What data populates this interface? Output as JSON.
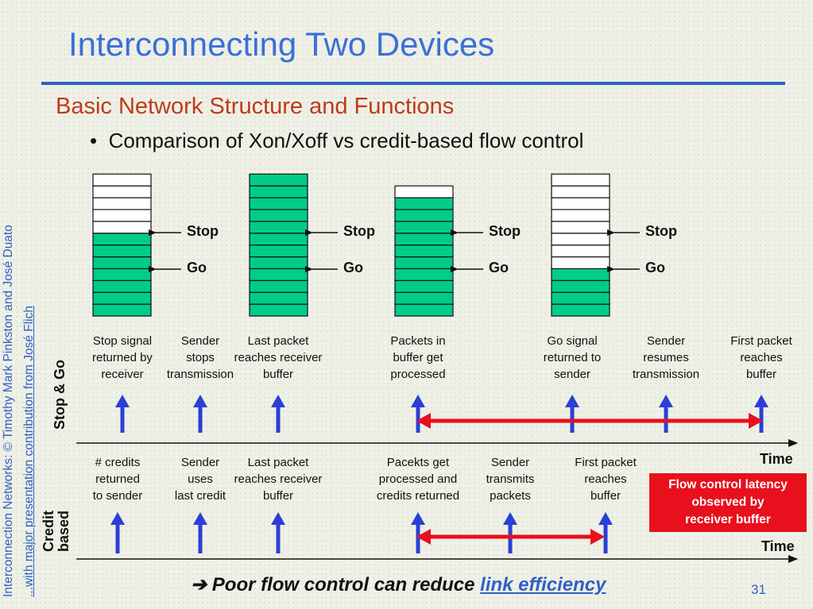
{
  "slide": {
    "title": "Interconnecting Two Devices",
    "subtitle": "Basic Network Structure and Functions",
    "bullet": "Comparison of Xon/Xoff vs credit-based flow control",
    "side_text_1": "Interconnection Networks: © Timothy Mark Pinkston and José Duato",
    "side_text_2": "...with major presentation contribution from José Flich",
    "page_number": "31"
  },
  "buffers": {
    "stop_label": "Stop",
    "go_label": "Go",
    "items": [
      {
        "slots": 12,
        "filled": 7
      },
      {
        "slots": 12,
        "filled": 12
      },
      {
        "slots": 11,
        "filled": 10
      },
      {
        "slots": 12,
        "filled": 4
      }
    ]
  },
  "stop_and_go": {
    "axis_label": "Stop & Go",
    "time_label": "Time",
    "events": [
      {
        "text": "Stop signal\nreturned by\nreceiver"
      },
      {
        "text": "Sender\nstops\ntransmission"
      },
      {
        "text": "Last packet\nreaches receiver\nbuffer"
      },
      {
        "text": "Packets in\nbuffer get\nprocessed"
      },
      {
        "text": "Go signal\nreturned to\nsender"
      },
      {
        "text": "Sender\nresumes\ntransmission"
      },
      {
        "text": "First packet\nreaches\nbuffer"
      }
    ]
  },
  "credit_based": {
    "axis_label": "Credit\nbased",
    "time_label": "Time",
    "events": [
      {
        "text": "# credits\nreturned\nto sender"
      },
      {
        "text": "Sender\nuses\nlast credit"
      },
      {
        "text": "Last packet\nreaches receiver\nbuffer"
      },
      {
        "text": "Pacekts get\nprocessed and\ncredits returned"
      },
      {
        "text": "Sender\ntransmits\npackets"
      },
      {
        "text": "First packet\nreaches\nbuffer"
      }
    ]
  },
  "latency_note": "Flow control latency\nobserved by\nreceiver buffer",
  "conclusion": {
    "arrow_symbol": "➔",
    "text": " Poor flow control can reduce ",
    "link_text": "link efficiency"
  },
  "colors": {
    "title_blue": "#3b6fd8",
    "subtitle_red": "#c03a1a",
    "buffer_fill": "#00cc8a",
    "event_arrow": "#2b3fd6",
    "latency_arrow": "#e8101c"
  }
}
